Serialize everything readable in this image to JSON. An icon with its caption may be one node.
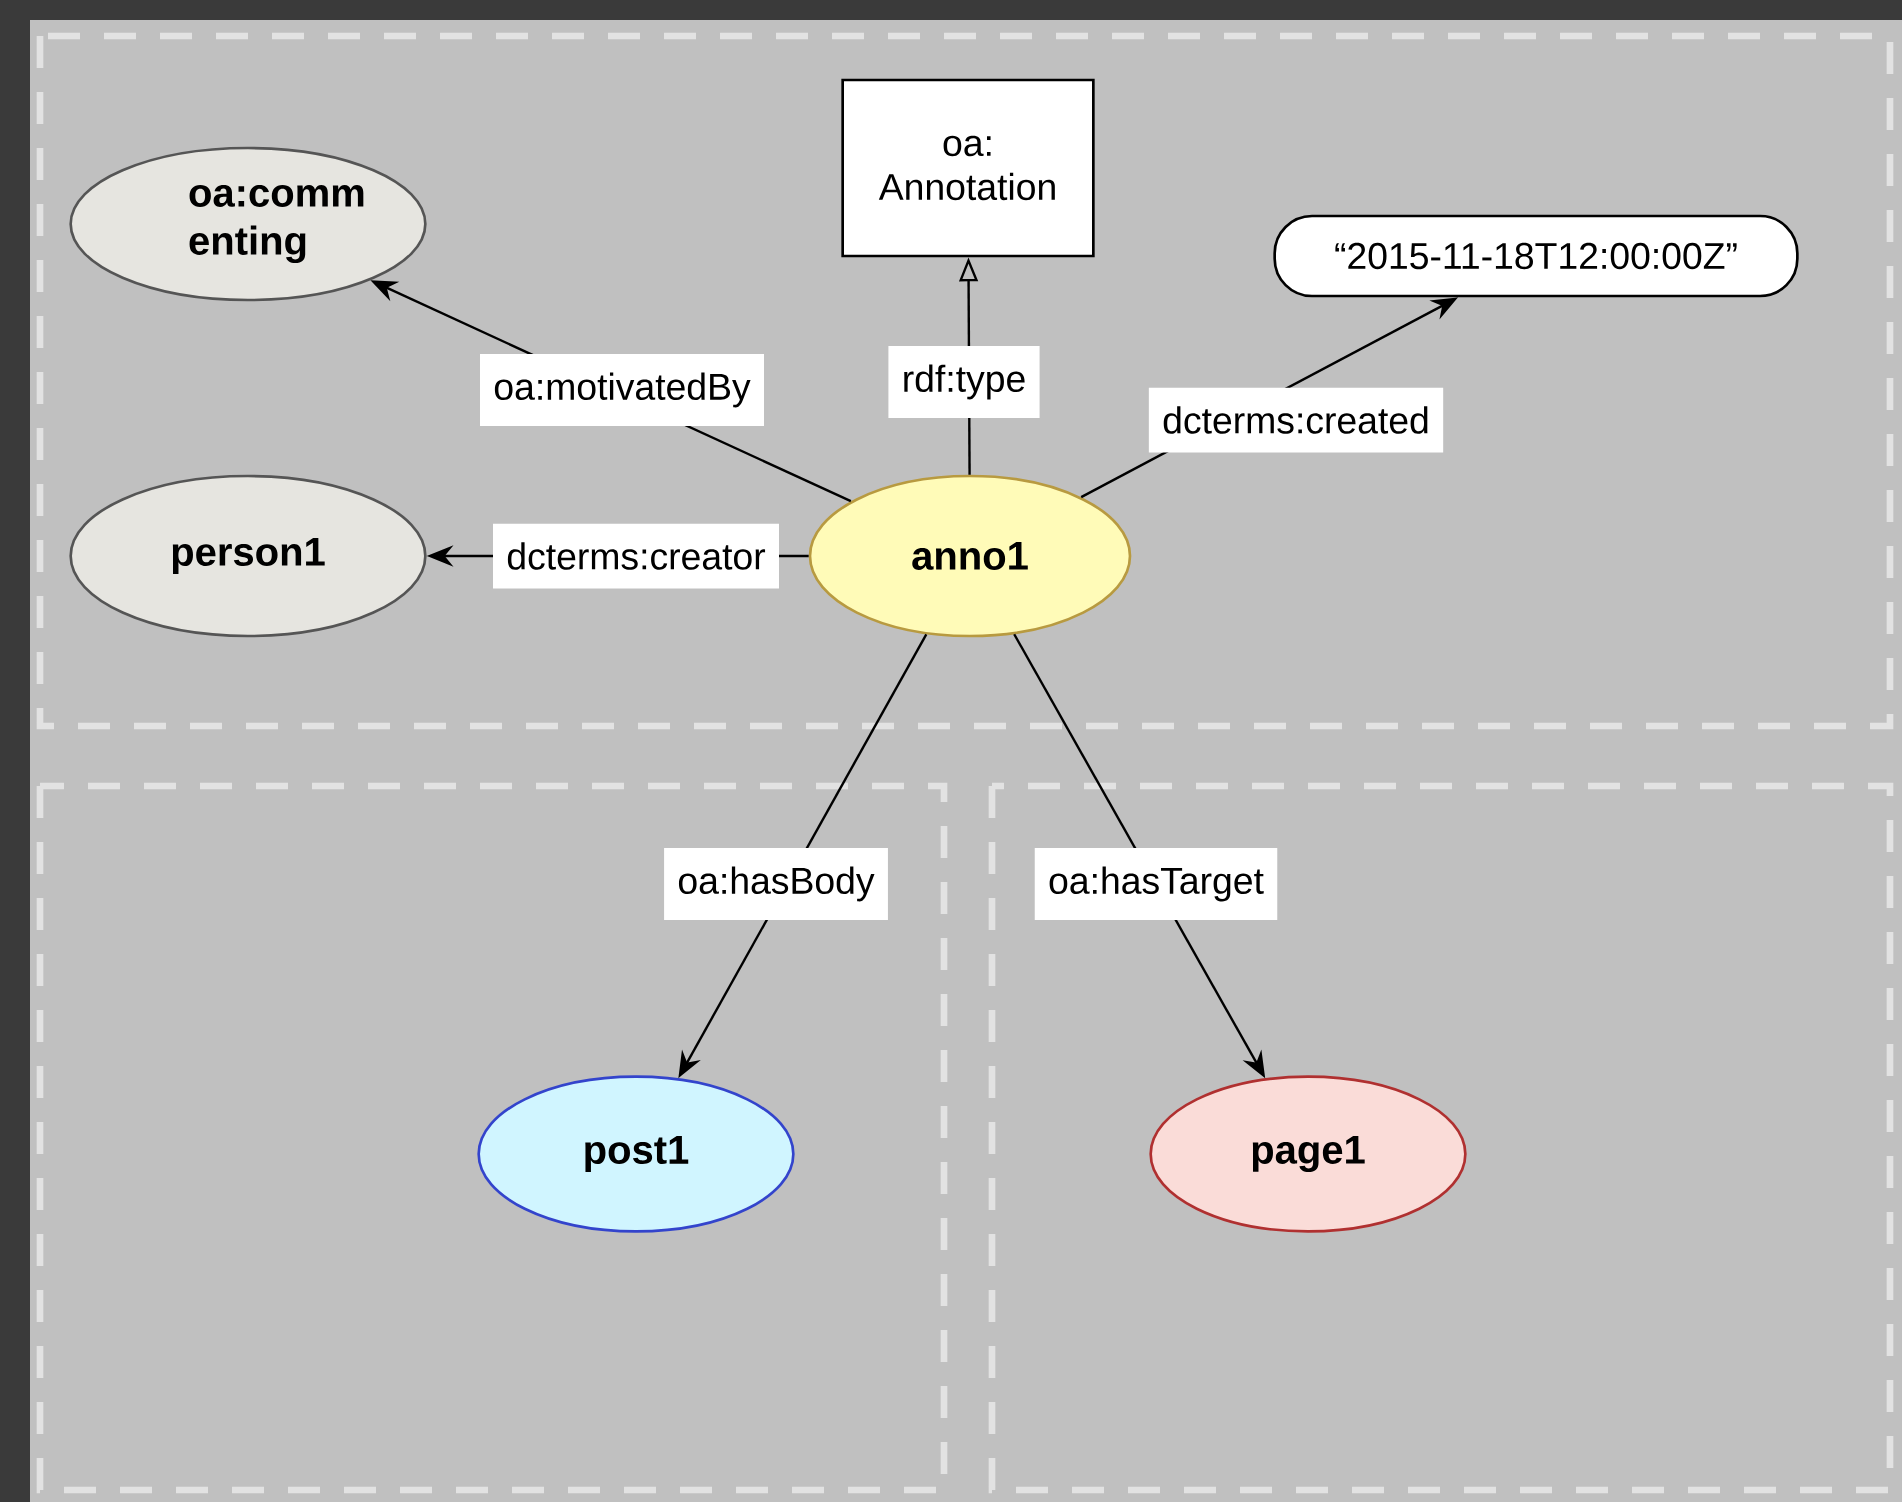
{
  "diagram": {
    "nodes": [
      {
        "text": [
          "anno1"
        ]
      },
      {
        "text": [
          "oa:comm enting"
        ]
      },
      {
        "text": [
          "person1"
        ]
      },
      {
        "text": [
          "oa: Annotation"
        ]
      },
      {
        "text": [
          "“2015-11-18T12:00:00Z”"
        ]
      },
      {
        "text": [
          "post1"
        ]
      },
      {
        "text": [
          "page1"
        ]
      }
    ],
    "edges": [
      {
        "from": 0,
        "to": 1,
        "arrow": "to",
        "label": "oa:motivatedBy"
      },
      {
        "from": 0,
        "to": 3,
        "arrow": "to",
        "label": "rdf:type"
      },
      {
        "from": 0,
        "to": 4,
        "arrow": "to",
        "label": "dcterms:created"
      },
      {
        "from": 0,
        "to": 2,
        "arrow": "to",
        "label": "dcterms:creator"
      },
      {
        "from": 0,
        "to": 5,
        "arrow": "to",
        "label": "oa:hasBody"
      },
      {
        "from": 0,
        "to": 6,
        "arrow": "to",
        "label": "oa:hasTarget"
      }
    ]
  }
}
